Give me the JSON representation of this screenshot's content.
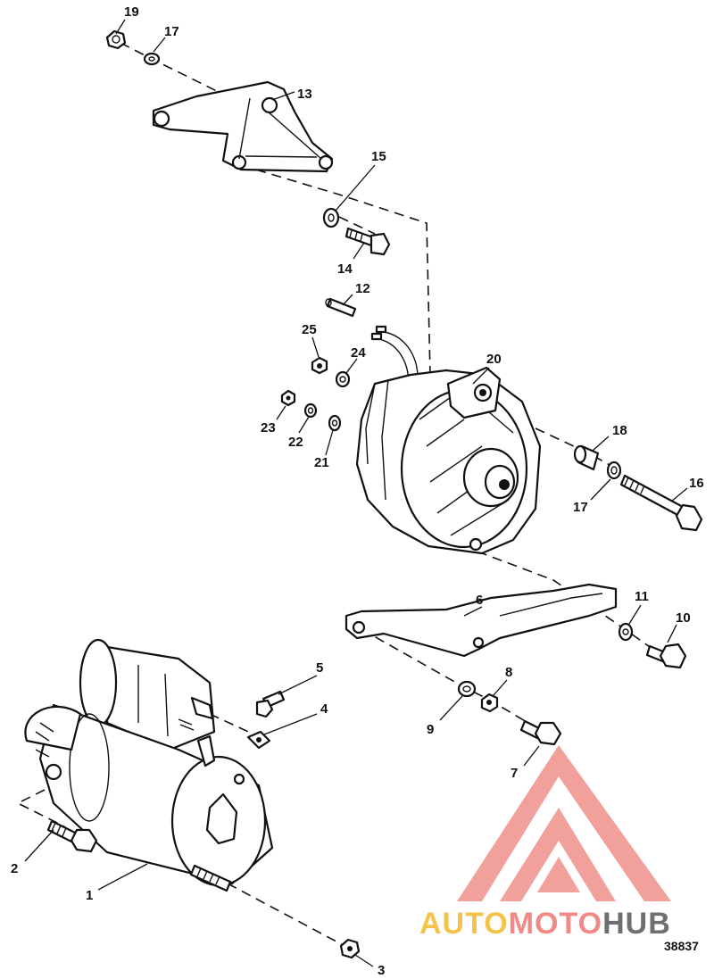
{
  "diagram": {
    "reference_number": "38837",
    "watermark": {
      "text_part1": "AUTO",
      "text_part2": "MOTO",
      "text_part3": "HUB",
      "color_part1": "#f5c24a",
      "color_part2": "#f08a86",
      "color_part3": "#6f6f6f",
      "logo_color": "#ef8f8a"
    },
    "callouts": {
      "c1": "1",
      "c2": "2",
      "c3": "3",
      "c4": "4",
      "c5": "5",
      "c6": "6",
      "c7": "7",
      "c8": "8",
      "c9": "9",
      "c10": "10",
      "c11": "11",
      "c12": "12",
      "c13": "13",
      "c14": "14",
      "c15": "15",
      "c16": "16",
      "c17a": "17",
      "c17b": "17",
      "c18": "18",
      "c19": "19",
      "c20": "20",
      "c21": "21",
      "c22": "22",
      "c23": "23",
      "c24": "24",
      "c25": "25"
    }
  }
}
